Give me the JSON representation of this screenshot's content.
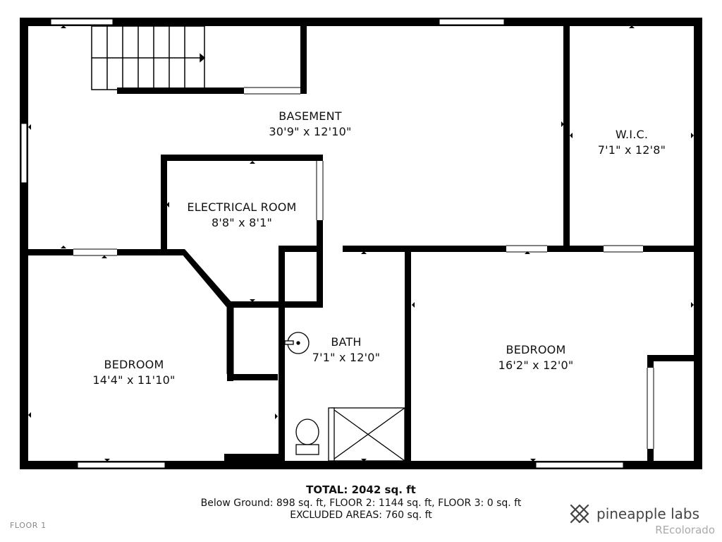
{
  "rooms": {
    "basement": {
      "name": "BASEMENT",
      "dims": "30'9\" x 12'10\""
    },
    "wic": {
      "name": "W.I.C.",
      "dims": "7'1\" x 12'8\""
    },
    "electrical": {
      "name": "ELECTRICAL ROOM",
      "dims": "8'8\" x 8'1\""
    },
    "bath": {
      "name": "BATH",
      "dims": "7'1\" x 12'0\""
    },
    "bedroom_left": {
      "name": "BEDROOM",
      "dims": "14'4\" x 11'10\""
    },
    "bedroom_right": {
      "name": "BEDROOM",
      "dims": "16'2\" x 12'0\""
    }
  },
  "summary": {
    "total": "TOTAL: 2042 sq. ft",
    "areas": "Below Ground: 898 sq. ft, FLOOR 2: 1144 sq. ft, FLOOR 3: 0 sq. ft",
    "excluded": "EXCLUDED AREAS: 760 sq. ft"
  },
  "floor_label": "FLOOR 1",
  "brand": {
    "name": "pineapple labs",
    "watermark": "REcolorado",
    "icon": "pineapple-logo-icon"
  },
  "colors": {
    "wall": "#000000",
    "window": "#ffffff",
    "text": "#111111",
    "brand_text": "#444444",
    "watermark": "#aaaaaa"
  }
}
